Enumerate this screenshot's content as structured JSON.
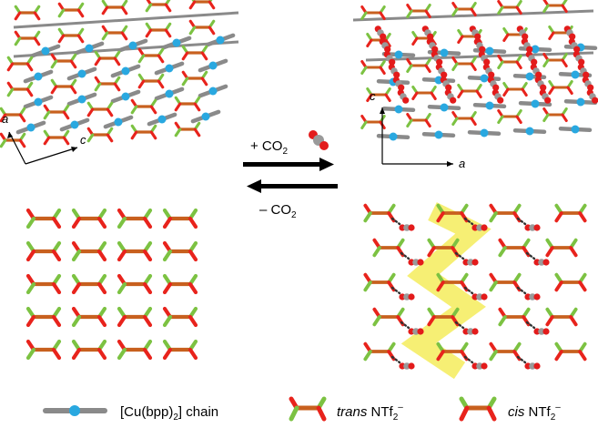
{
  "reaction": {
    "forward_label": "+ CO",
    "forward_sub": "2",
    "reverse_label": "– CO",
    "reverse_sub": "2"
  },
  "axes": {
    "left": {
      "a": "a",
      "c": "c"
    },
    "right": {
      "c": "c",
      "a": "a"
    }
  },
  "legend": {
    "chain_label": "[Cu(bpp)",
    "chain_sub": "2",
    "chain_suffix": "] chain",
    "trans_italic": "trans",
    "trans_rest": " NTf",
    "trans_sub": "2",
    "trans_sup": "–",
    "cis_italic": "cis",
    "cis_rest": " NTf",
    "cis_sub": "2",
    "cis_sup": "–"
  },
  "colors": {
    "chain": "#8a8a8a",
    "cu_node": "#29a8e0",
    "anion_core": "#c8601e",
    "anion_red": "#e8231c",
    "anion_green": "#7cc242",
    "co2_carbon": "#9a9a9a",
    "co2_oxygen": "#e31b1b",
    "zigzag": "#f4ec5c",
    "arrow": "#000000"
  }
}
